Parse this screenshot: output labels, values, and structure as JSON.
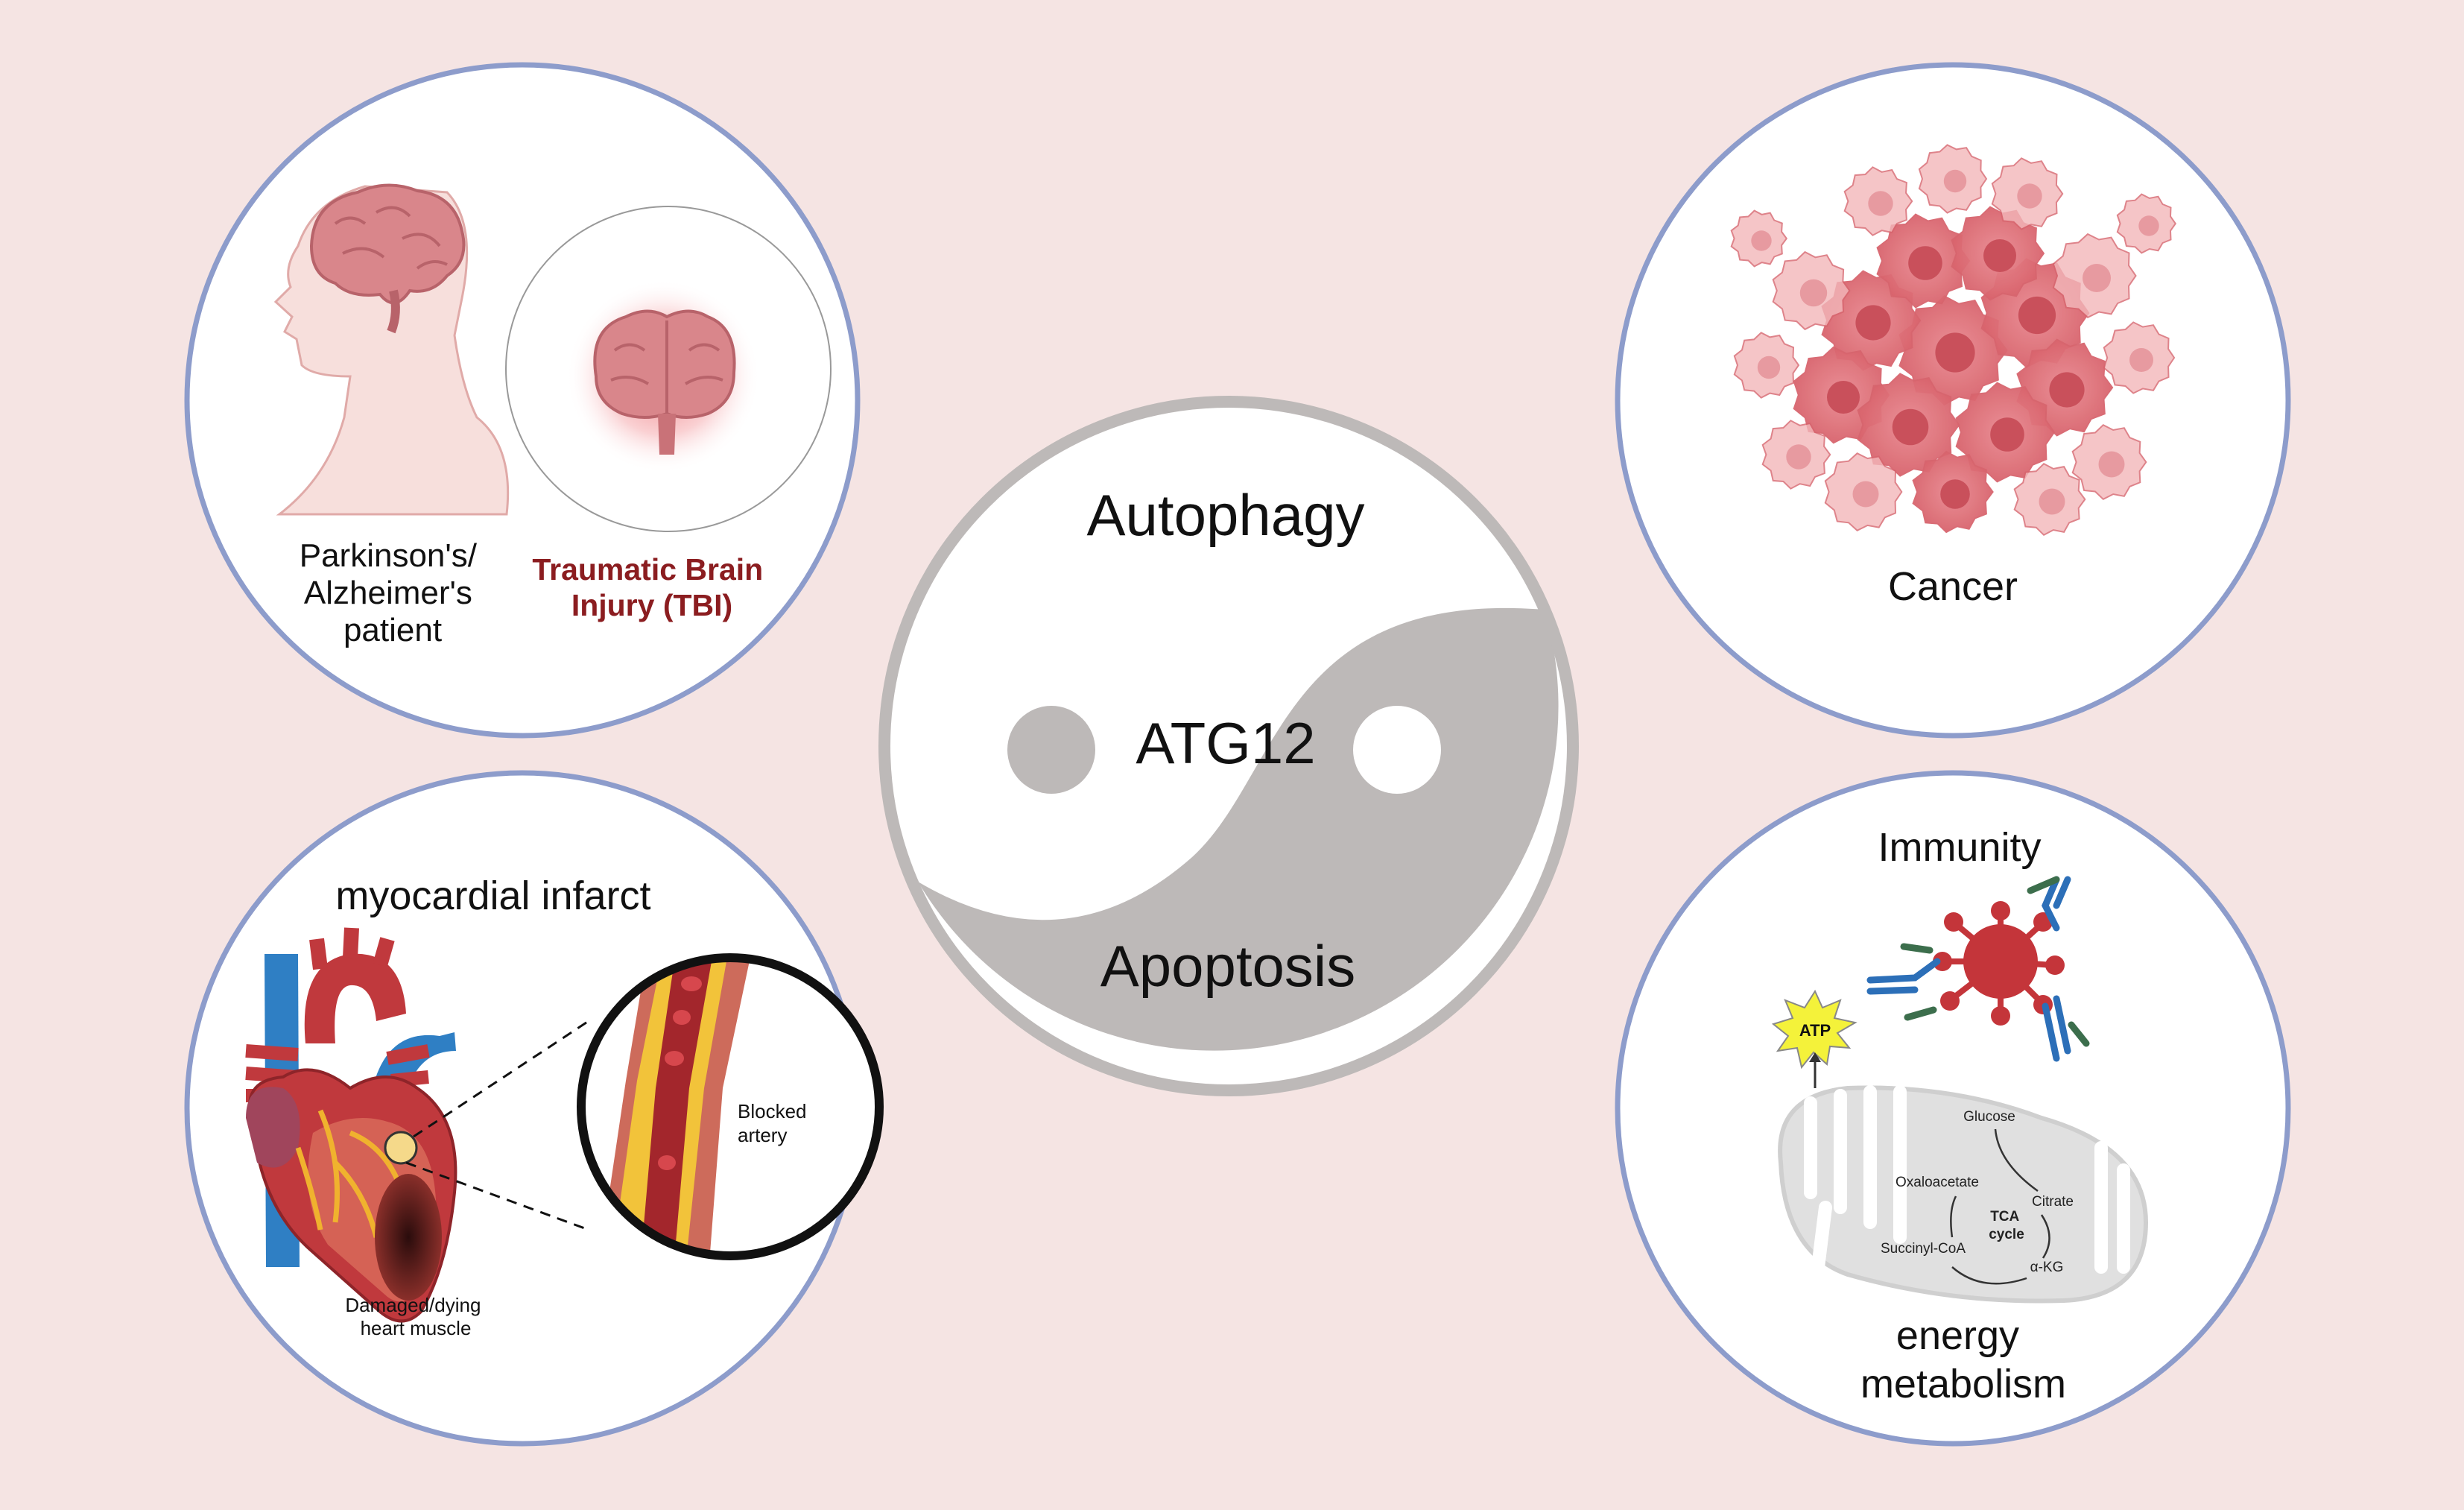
{
  "center": {
    "title": "ATG12",
    "top_label": "Autophagy",
    "bottom_label": "Apoptosis"
  },
  "panels": {
    "neuro": {
      "patient_label_lines": [
        "Parkinson's/",
        "Alzheimer's",
        "patient"
      ],
      "tbi_label_lines": [
        "Traumatic Brain",
        "Injury (TBI)"
      ]
    },
    "cancer": {
      "label": "Cancer"
    },
    "heart": {
      "title": "myocardial infarct",
      "artery_label_lines": [
        "Blocked",
        "artery"
      ],
      "muscle_label_lines": [
        "Damaged/dying",
        "heart muscle"
      ]
    },
    "metabolism": {
      "immunity_label": "Immunity",
      "atp_label": "ATP",
      "glucose_label": "Glucose",
      "oxaloacetate_label": "Oxaloacetate",
      "citrate_label": "Citrate",
      "tca_label_lines": [
        "TCA",
        "cycle"
      ],
      "succinyl_label": "Succinyl-CoA",
      "akg_label": "α-KG",
      "energy_label_lines": [
        "energy",
        "metabolism"
      ]
    }
  },
  "colors": {
    "background": "#f5e4e3",
    "circle_border": "#8d9ccb",
    "yinyang_gray": "#bdb9b8",
    "tbi_text": "#8b1d20",
    "brain_pink": "#d9868b",
    "cancer_pink": "#e07f86",
    "heart_red": "#c0393d",
    "vessel_blue": "#2f7fc4",
    "virus_red": "#c4353a",
    "antibody_blue": "#2c6fb8",
    "antibody_green": "#3c6e4c",
    "atp_yellow": "#f4f23a",
    "mito_gray": "#e0e0e0"
  }
}
